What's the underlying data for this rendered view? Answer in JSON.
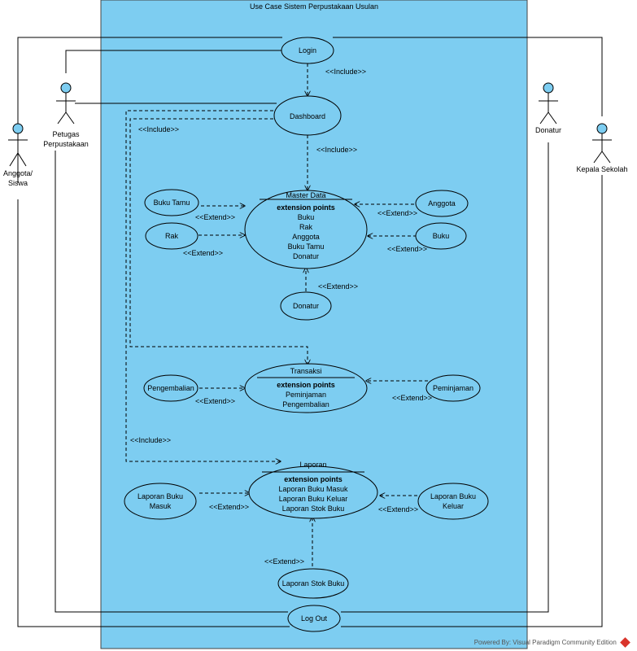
{
  "system": {
    "title": "Use Case Sistem Perpustakaan Usulan",
    "fill": "#7dcdf1"
  },
  "actors": {
    "anggota": [
      "Anggota/",
      "Siswa"
    ],
    "petugas": [
      "Petugas",
      "Perpustakaan"
    ],
    "donatur": [
      "Donatur"
    ],
    "kepala": [
      "Kepala Sekolah"
    ]
  },
  "usecases": {
    "login": "Login",
    "dashboard": "Dashboard",
    "master_data": {
      "title": "Master Data",
      "header": "extension points",
      "points": [
        "Buku",
        "Rak",
        "Anggota",
        "Buku Tamu",
        "Donatur"
      ]
    },
    "buku_tamu": "Buku Tamu",
    "rak": "Rak",
    "anggota": "Anggota",
    "buku": "Buku",
    "donatur": "Donatur",
    "transaksi": {
      "title": "Transaksi",
      "header": "extension points",
      "points": [
        "Peminjaman",
        "Pengembalian"
      ]
    },
    "pengembalian": "Pengembalian",
    "peminjaman": "Peminjaman",
    "laporan": {
      "title": "Laporan",
      "header": "extension points",
      "points": [
        "Laporan Buku Masuk",
        "Laporan Buku Keluar",
        "Laporan Stok Buku"
      ]
    },
    "laporan_buku_masuk": [
      "Laporan Buku",
      "Masuk"
    ],
    "laporan_buku_keluar": [
      "Laporan Buku",
      "Keluar"
    ],
    "laporan_stok_buku": "Laporan Stok Buku",
    "logout": "Log Out"
  },
  "labels": {
    "include": "<<Include>>",
    "extend": "<<Extend>>"
  },
  "watermark": {
    "prefix": "Powered By:",
    "name": "Visual Paradigm Community Edition"
  }
}
